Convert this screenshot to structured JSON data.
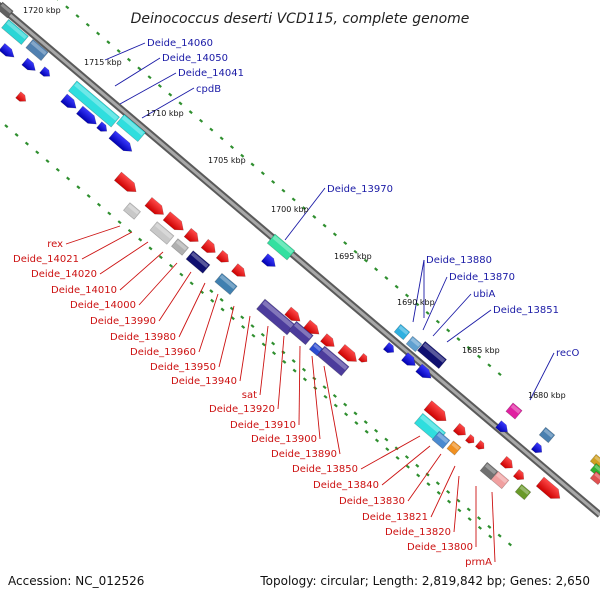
{
  "title": "Deinococcus deserti VCD115, complete genome",
  "footer": {
    "accession": "Accession: NC_012526",
    "summary": "Topology: circular; Length: 2,819,842 bp; Genes: 2,650"
  },
  "colors": {
    "backbone": "#8a8a8a",
    "tick": "#2f8f2f",
    "forward_label": "#1a1aa6",
    "reverse_label": "#cc1111"
  },
  "scale_labels": [
    "1720 kbp",
    "1715 kbp",
    "1710 kbp",
    "1705 kbp",
    "1700 kbp",
    "1695 kbp",
    "1690 kbp",
    "1685 kbp",
    "1680 kbp"
  ],
  "forward_labels": [
    "Deide_14060",
    "Deide_14050",
    "Deide_14041",
    "cpdB",
    "Deide_13970",
    "Deide_13880",
    "Deide_13870",
    "ubiA",
    "Deide_13851",
    "recO"
  ],
  "reverse_labels": [
    "rex",
    "Deide_14021",
    "Deide_14020",
    "Deide_14010",
    "Deide_14000",
    "Deide_13990",
    "Deide_13980",
    "Deide_13960",
    "Deide_13950",
    "Deide_13940",
    "sat",
    "Deide_13920",
    "Deide_13910",
    "Deide_13900",
    "Deide_13890",
    "Deide_13850",
    "Deide_13840",
    "Deide_13830",
    "Deide_13821",
    "Deide_13820",
    "Deide_13800",
    "prmA"
  ]
}
